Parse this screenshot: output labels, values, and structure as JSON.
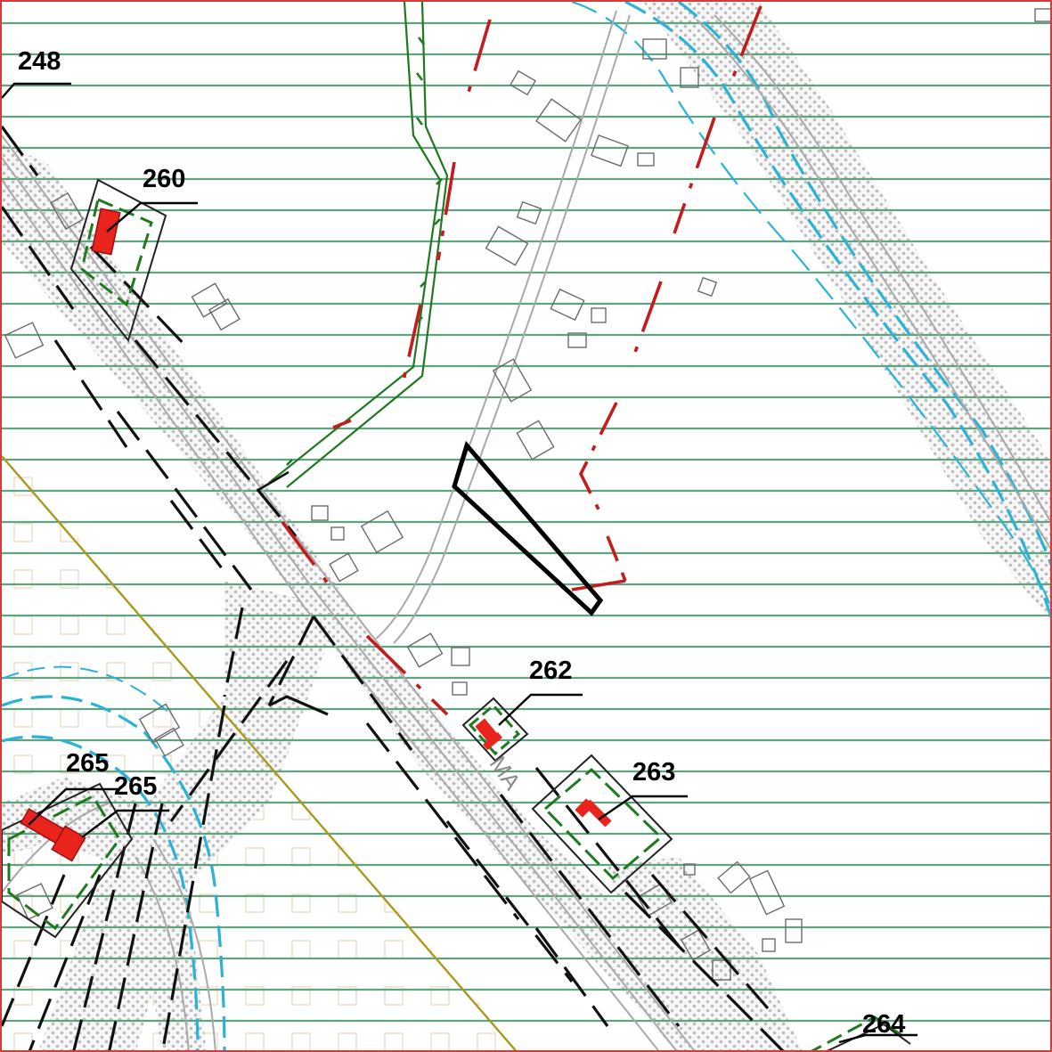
{
  "map": {
    "colors": {
      "background": "#ffffff",
      "hatch_line": "#5fa37f",
      "dotted_band": "#bdbdbd",
      "road_outline": "#a9a9a9",
      "building_outline": "#6b6b6b",
      "boundary_red": "#c41c1c",
      "boundary_green": "#1f7a1f",
      "watercourse_blue": "#2bb3d6",
      "olive_line": "#a99a1e",
      "label": "#000000",
      "monument_fill": "#e8241c",
      "frame": "#d83a3a"
    },
    "parcel_labels": [
      {
        "id": "248",
        "text": "248"
      },
      {
        "id": "260",
        "text": "260"
      },
      {
        "id": "262",
        "text": "262"
      },
      {
        "id": "263",
        "text": "263"
      },
      {
        "id": "264",
        "text": "264"
      },
      {
        "id": "265a",
        "text": "265"
      },
      {
        "id": "265b",
        "text": "265"
      }
    ],
    "road_label": "MA",
    "legend_symbols": [
      "protected-monument-icon",
      "highlighted-plot-outline",
      "monument-protection-zone",
      "conservation-boundary",
      "watercourse-line",
      "horizontal-hatch-zone"
    ]
  }
}
